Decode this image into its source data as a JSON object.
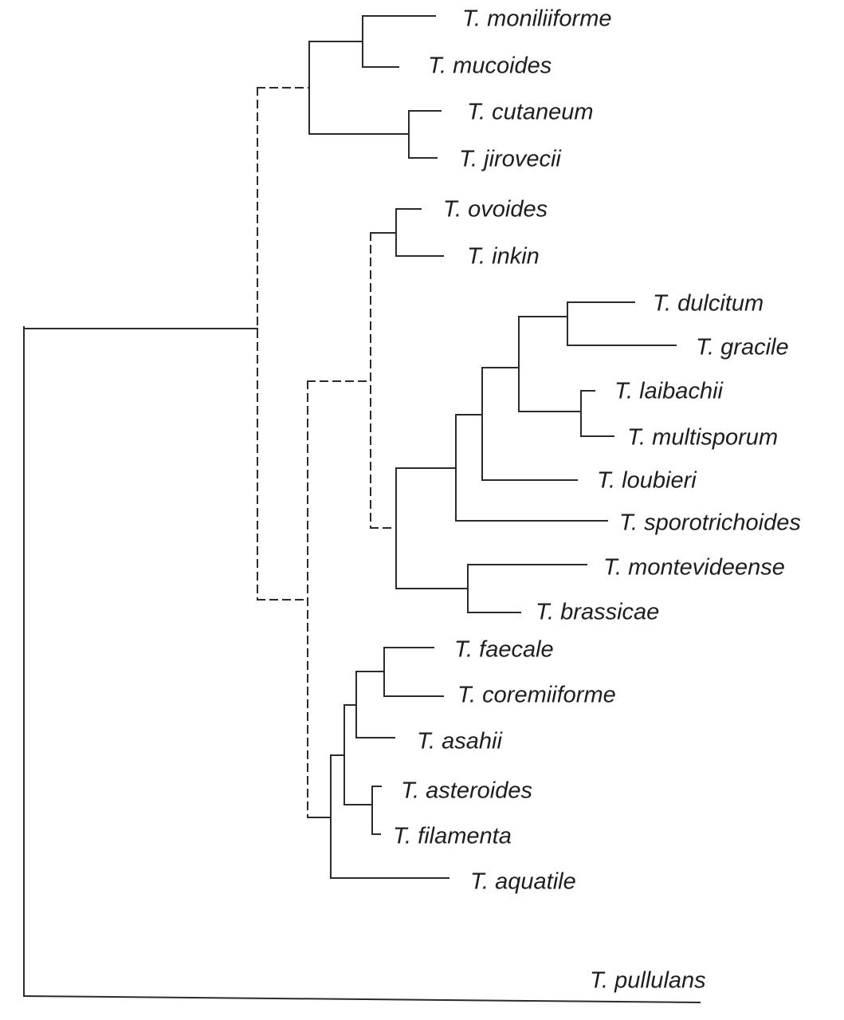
{
  "diagram": {
    "type": "phylogenetic-tree",
    "dashed_branches_shown": true,
    "line_color": "#2b2b2b",
    "text_color": "#1e1e1e",
    "taxa": [
      "T. moniliiforme",
      "T. mucoides",
      "T. cutaneum",
      "T. jirovecii",
      "T. ovoides",
      "T. inkin",
      "T. dulcitum",
      "T. gracile",
      "T. laibachii",
      "T. multisporum",
      "T. loubieri",
      "T. sporotrichoides",
      "T. montevideense",
      "T. brassicae",
      "T. faecale",
      "T. coremiiforme",
      "T. asahii",
      "T. asteroides",
      "T. filamenta",
      "T. aquatile",
      "T. pullulans"
    ]
  }
}
